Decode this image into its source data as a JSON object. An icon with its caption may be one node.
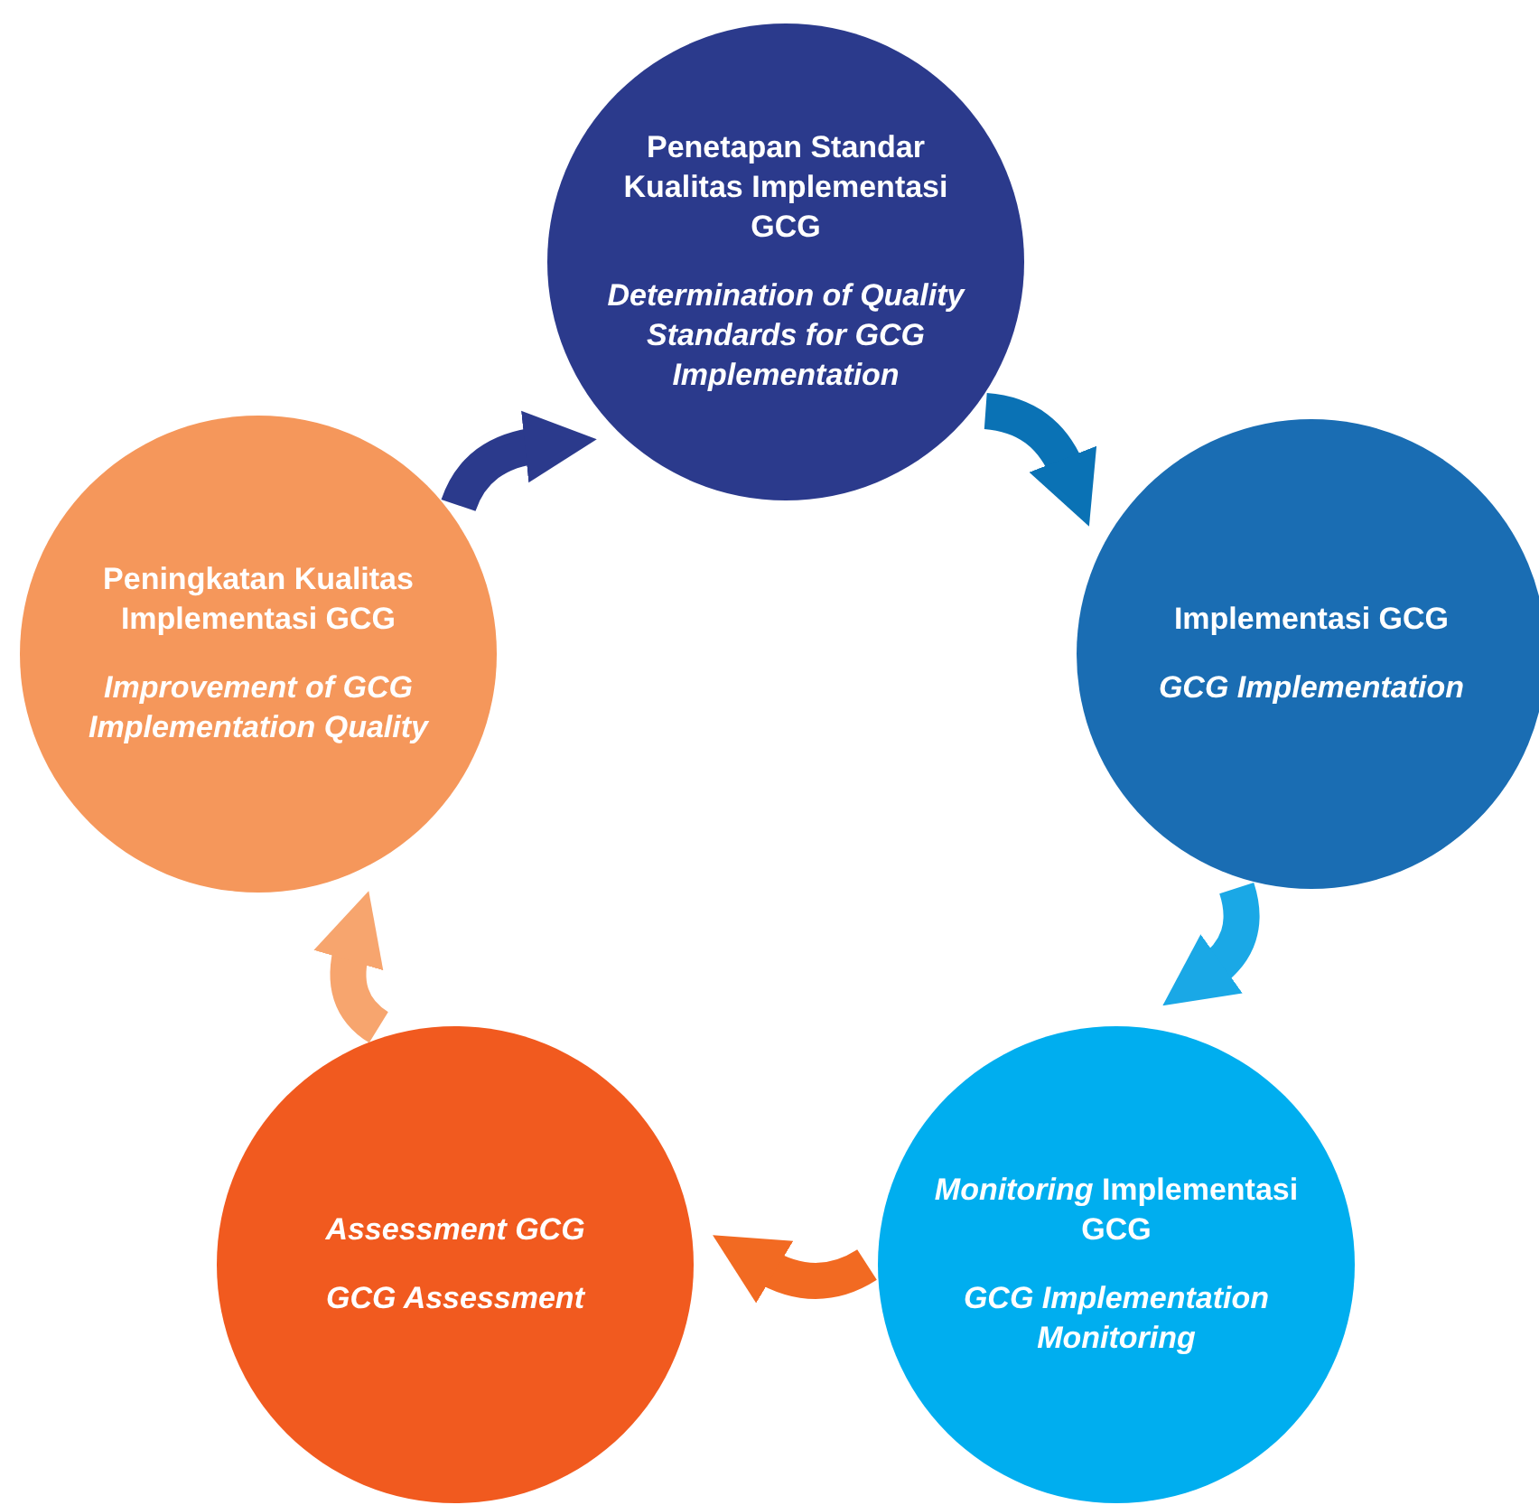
{
  "diagram": {
    "nodes": [
      {
        "text": [
          "Penetapan Standar Kualitas Implementasi GCG",
          "Determination of Quality Standards for GCG Implementation"
        ]
      },
      {
        "text": [
          "Implementasi GCG",
          "GCG Implementation"
        ]
      },
      {
        "text": [
          "*Monitoring* Implementasi GCG",
          "GCG Implementation Monitoring"
        ]
      },
      {
        "text": [
          "*Assessment GCG*",
          "GCG Assessment"
        ]
      },
      {
        "text": [
          "Peningkatan Kualitas Implementasi GCG",
          "Improvement of GCG Implementation Quality"
        ]
      }
    ],
    "edges": [
      {
        "from": 0,
        "to": 1,
        "arrow": "to",
        "color": "#0a72b5"
      },
      {
        "from": 1,
        "to": 2,
        "arrow": "to",
        "color": "#1aa8e6"
      },
      {
        "from": 2,
        "to": 3,
        "arrow": "to",
        "color": "#f26a22"
      },
      {
        "from": 3,
        "to": 4,
        "arrow": "to",
        "color": "#f7a56e"
      },
      {
        "from": 4,
        "to": 0,
        "arrow": "to",
        "color": "#2b3a8c"
      }
    ]
  }
}
